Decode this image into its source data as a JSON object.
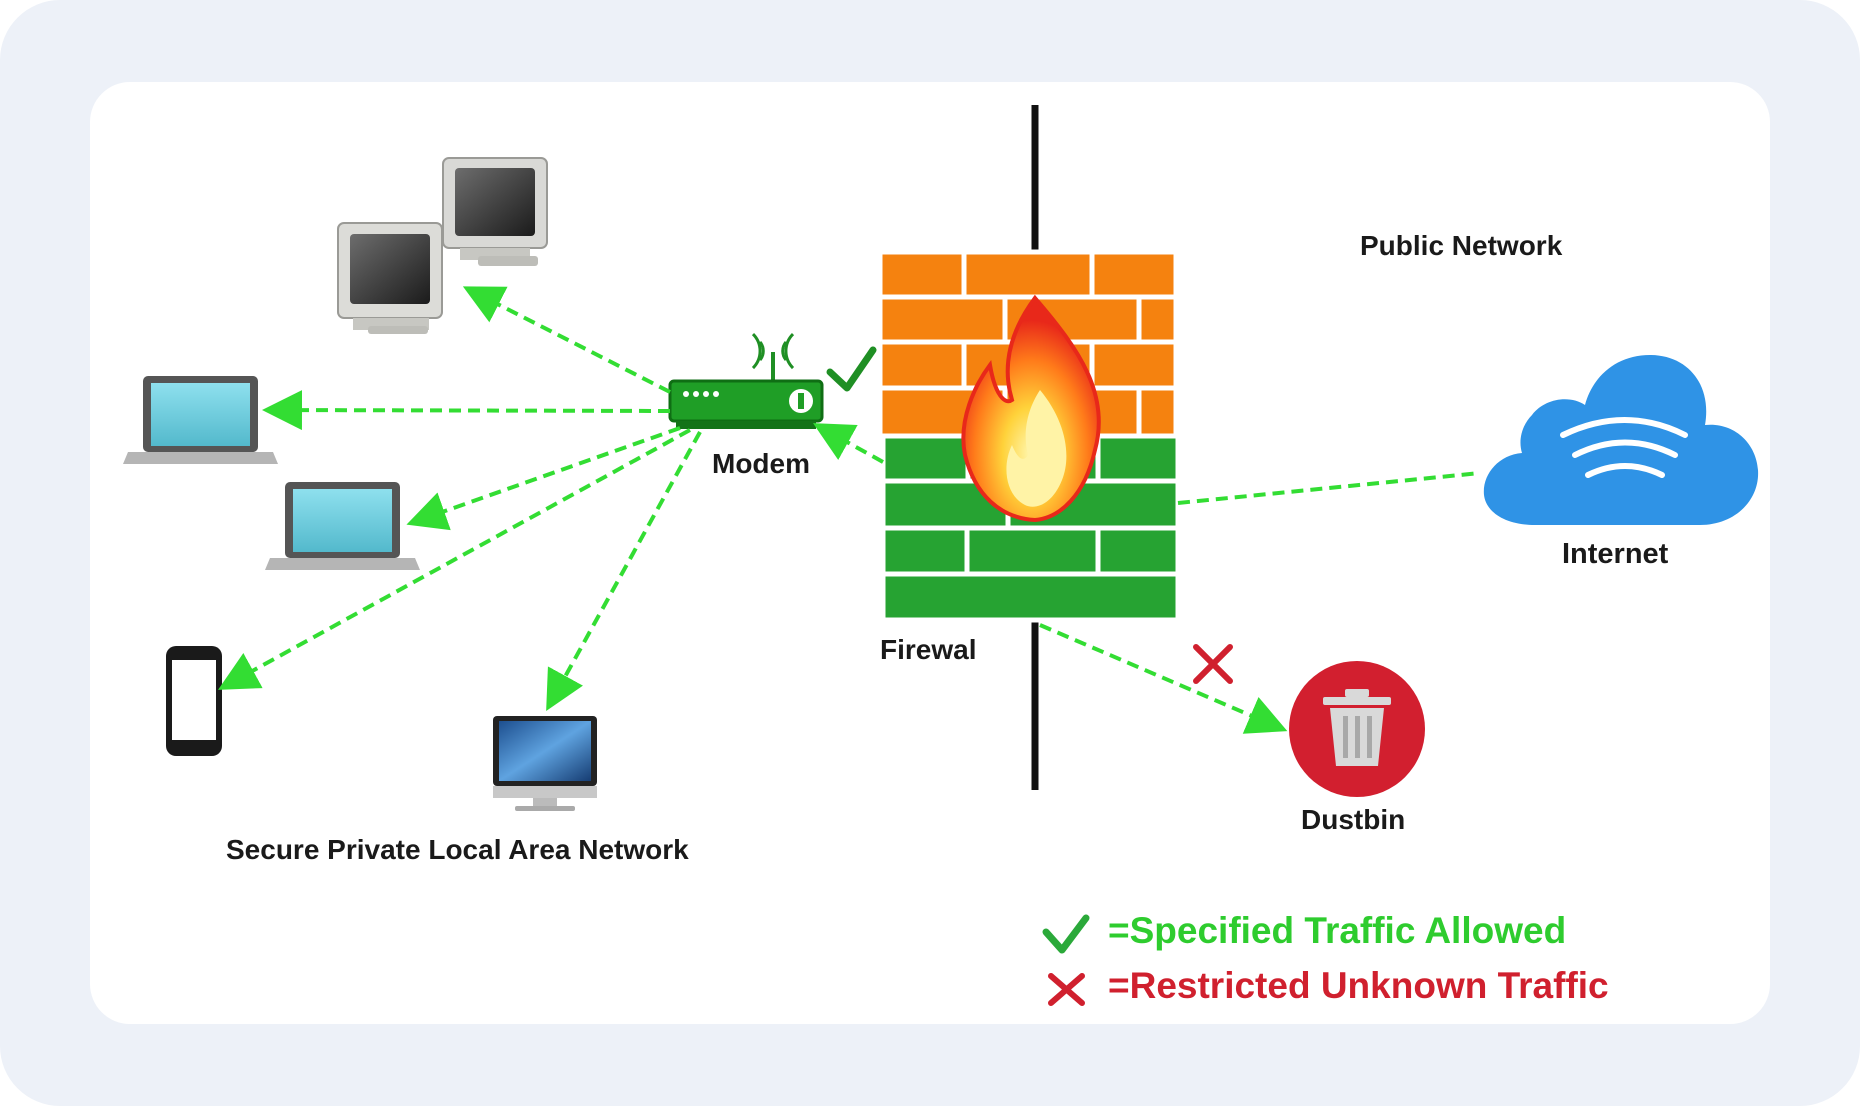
{
  "labels": {
    "public_network": "Public Network",
    "modem": "Modem",
    "internet": "Internet",
    "firewall": "Firewal",
    "dustbin": "Dustbin",
    "lan": "Secure Private Local Area Network"
  },
  "legend": {
    "allowed": "=Specified Traffic Allowed",
    "restricted": "=Restricted Unknown Traffic"
  },
  "colors": {
    "allowed": "#2ecc2e",
    "restricted": "#d0202e",
    "brick_orange": "#f5820f",
    "brick_green": "#26a332"
  }
}
